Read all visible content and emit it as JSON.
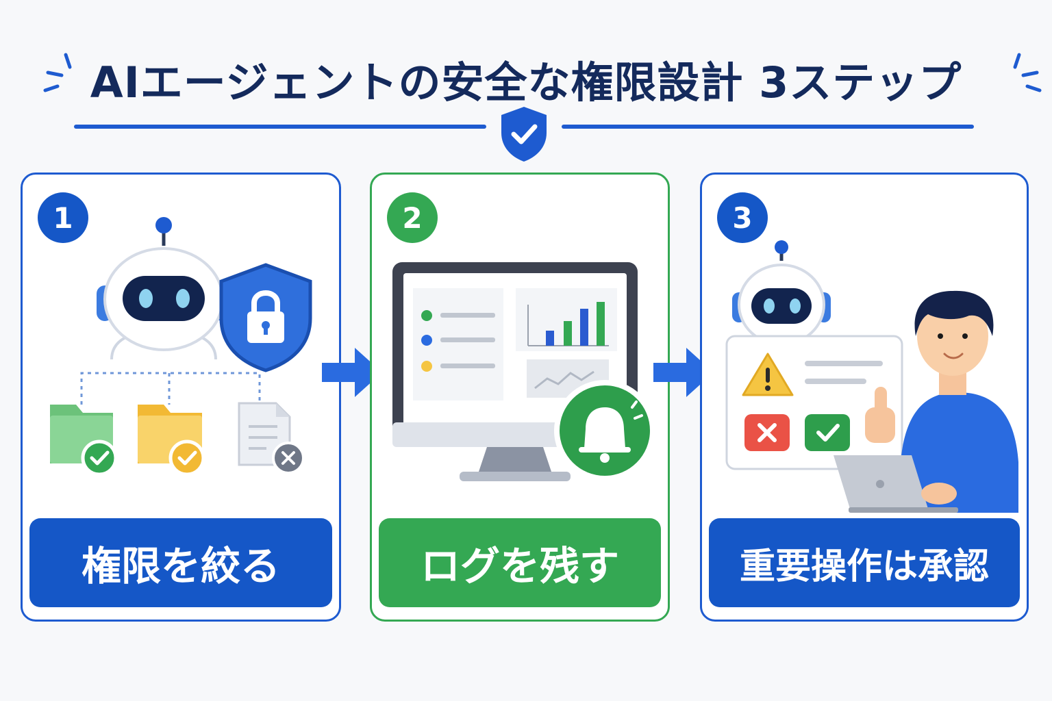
{
  "title": "AIエージェントの安全な権限設計 3ステップ",
  "colors": {
    "primary": "#1557c7",
    "green": "#34a853",
    "title": "#142a5c",
    "yellow": "#f5c542",
    "red": "#ea5246"
  },
  "steps": [
    {
      "number": "1",
      "label": "権限を絞る",
      "icons": [
        "robot-icon",
        "lock-shield-icon",
        "folder-green-check-icon",
        "folder-yellow-check-icon",
        "document-denied-icon"
      ]
    },
    {
      "number": "2",
      "label": "ログを残す",
      "icons": [
        "monitor-icon",
        "log-list-icon",
        "bar-chart-icon",
        "line-chart-icon",
        "bell-icon"
      ]
    },
    {
      "number": "3",
      "label": "重要操作は承認",
      "icons": [
        "robot-icon",
        "warning-icon",
        "reject-icon",
        "approve-icon",
        "person-thumbs-up-icon",
        "laptop-icon"
      ]
    }
  ]
}
